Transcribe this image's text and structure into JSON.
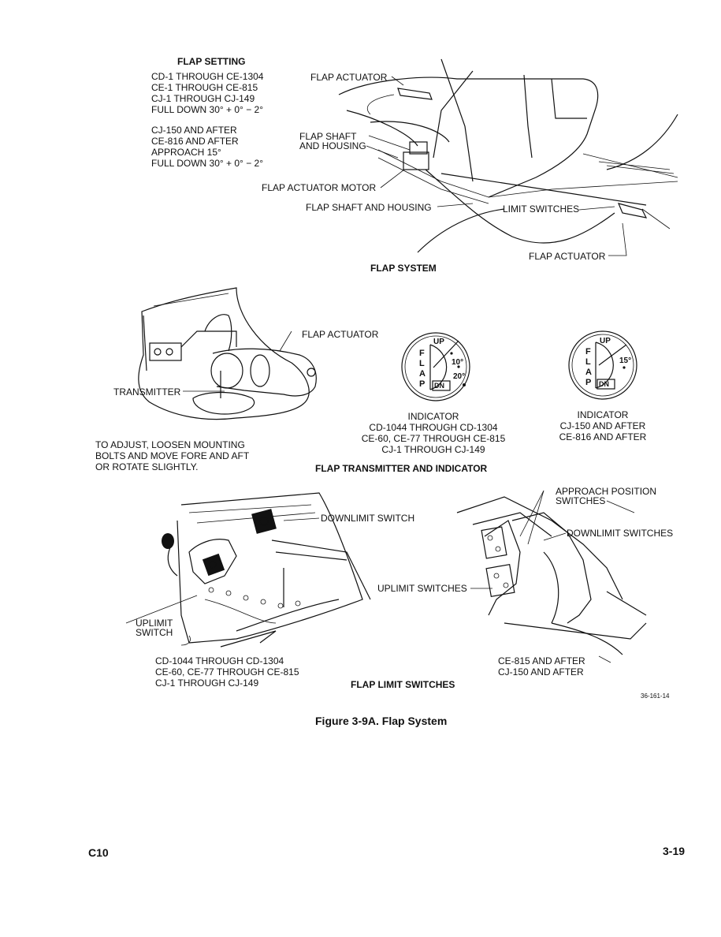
{
  "flap_setting": {
    "title": "FLAP SETTING",
    "group1": [
      "CD-1 THROUGH CE-1304",
      "CE-1 THROUGH CE-815",
      "CJ-1 THROUGH CJ-149",
      "FULL DOWN 30° + 0° − 2°"
    ],
    "group2": [
      "CJ-150 AND AFTER",
      "CE-816 AND AFTER",
      "APPROACH 15°",
      "FULL DOWN 30° + 0° − 2°"
    ]
  },
  "flap_system": {
    "title": "FLAP SYSTEM",
    "labels": {
      "actuator_top": "FLAP ACTUATOR",
      "shaft_1": "FLAP SHAFT",
      "shaft_2": "AND HOUSING",
      "actuator_motor": "FLAP ACTUATOR MOTOR",
      "shaft_housing": "FLAP SHAFT AND HOUSING",
      "limit_switches": "LIMIT SWITCHES",
      "actuator_bottom": "FLAP ACTUATOR"
    }
  },
  "transmitter": {
    "title": "FLAP TRANSMITTER AND INDICATOR",
    "actuator_label": "FLAP ACTUATOR",
    "transmitter_label": "TRANSMITTER",
    "adjust_note": [
      "TO ADJUST, LOOSEN MOUNTING",
      "BOLTS AND MOVE FORE AND AFT",
      "OR ROTATE SLIGHTLY."
    ],
    "indicator1": {
      "caption": [
        "INDICATOR",
        "CD-1044 THROUGH CD-1304",
        "CE-60, CE-77 THROUGH CE-815",
        "CJ-1 THROUGH CJ-149"
      ],
      "face": {
        "f": "F",
        "l": "L",
        "a": "A",
        "p": "P",
        "up": "UP",
        "m1": "10°",
        "m2": "20°",
        "dn": "DN"
      }
    },
    "indicator2": {
      "caption": [
        "INDICATOR",
        "CJ-150 AND AFTER",
        "CE-816 AND AFTER"
      ],
      "face": {
        "f": "F",
        "l": "L",
        "a": "A",
        "p": "P",
        "up": "UP",
        "m1": "15°",
        "dn": "DN"
      }
    }
  },
  "limit_switches": {
    "title": "FLAP LIMIT SWITCHES",
    "left": {
      "downlimit": "DOWNLIMIT SWITCH",
      "uplimit_1": "UPLIMIT",
      "uplimit_2": "SWITCH",
      "caption": [
        "CD-1044 THROUGH CD-1304",
        "CE-60, CE-77 THROUGH CE-815",
        "CJ-1 THROUGH CJ-149"
      ]
    },
    "right": {
      "approach_1": "APPROACH POSITION",
      "approach_2": "SWITCHES",
      "downlimit": "DOWNLIMIT SWITCHES",
      "uplimit": "UPLIMIT SWITCHES",
      "caption": [
        "CE-815 AND AFTER",
        "CJ-150 AND AFTER"
      ]
    }
  },
  "drawing_number": "36-161-14",
  "figure_caption": "Figure 3-9A. Flap System",
  "footer": {
    "left": "C10",
    "right": "3-19"
  }
}
